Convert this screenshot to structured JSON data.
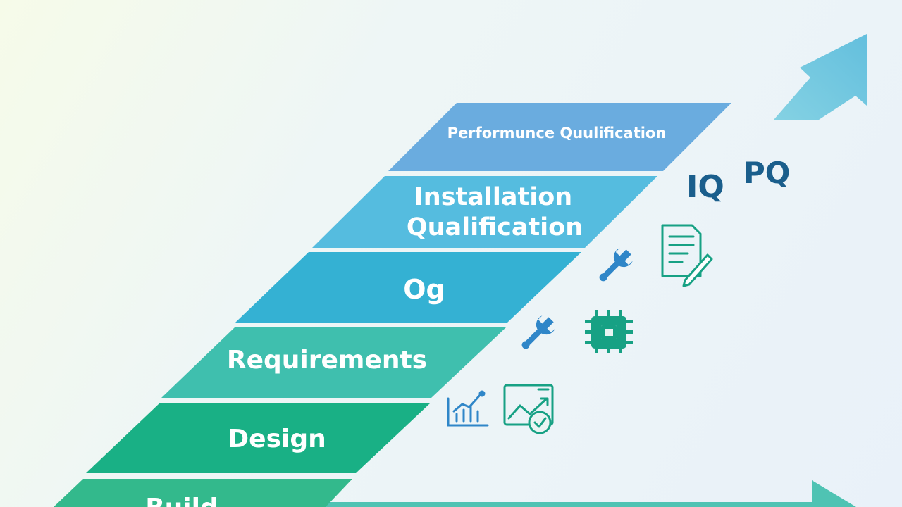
{
  "bands": [
    {
      "id": "band-performance-qualification",
      "lines": [
        "Performunce Quulification"
      ],
      "color": "#6aacdf"
    },
    {
      "id": "band-installation-qualification",
      "lines": [
        "Installation",
        "Qualification"
      ],
      "color": "#55bcdf"
    },
    {
      "id": "band-og",
      "lines": [
        "Og"
      ],
      "color": "#34b1d3"
    },
    {
      "id": "band-requirements",
      "lines": [
        "Requirements"
      ],
      "color": "#3fbfae"
    },
    {
      "id": "band-design",
      "lines": [
        "Design"
      ],
      "color": "#19b085"
    },
    {
      "id": "band-build",
      "lines": [
        "Build"
      ],
      "color": "#33b98c"
    }
  ],
  "side_labels": {
    "iq": "IQ",
    "pq": "PQ"
  },
  "icons": [
    "wrench-icon",
    "document-edit-icon",
    "wrench-icon",
    "chip-icon",
    "bar-chart-icon",
    "chart-check-icon"
  ],
  "colors": {
    "arrow_upper": "#5cc0dc",
    "arrow_lower": "#4fc3b3",
    "label_text": "#1a5e8c",
    "icon_blue": "#2f86c8",
    "icon_teal": "#17a184"
  }
}
